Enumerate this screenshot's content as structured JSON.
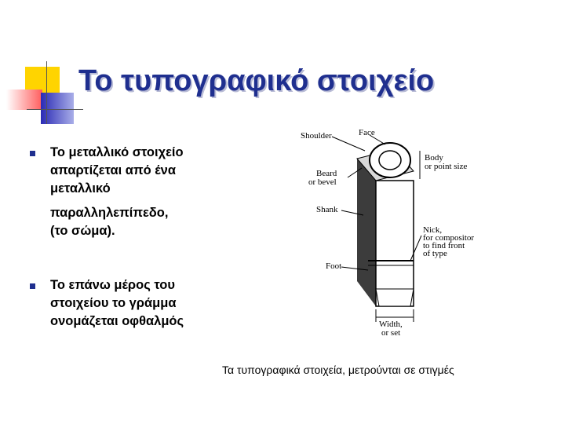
{
  "slide": {
    "title": "Το τυπογραφικό στοιχείο",
    "bullets": [
      {
        "lines": [
          "Το μεταλλικό στοιχείο",
          "απαρτίζεται από ένα",
          "μεταλλικό",
          "παραλληλεπίπεδο,",
          "(το σώμα)."
        ]
      },
      {
        "lines": [
          "Το επάνω μέρος του",
          "στοιχείου το γράμμα",
          "ονομάζεται οφθαλμός"
        ]
      }
    ],
    "caption": "Τα τυπογραφικά στοιχεία, μετρούνται σε στιγμές",
    "accent_color": "#1f2f8f"
  },
  "figure": {
    "labels": {
      "shoulder": "Shoulder",
      "face": "Face",
      "body": "Body",
      "point_size": "or point size",
      "beard": "Beard",
      "bevel": "or bevel",
      "shank": "Shank",
      "nick": "Nick,",
      "nick2": "for compositor",
      "nick3": "to find front",
      "nick4": "of type",
      "foot": "Foot",
      "width": "Width,",
      "set": "or set"
    }
  }
}
